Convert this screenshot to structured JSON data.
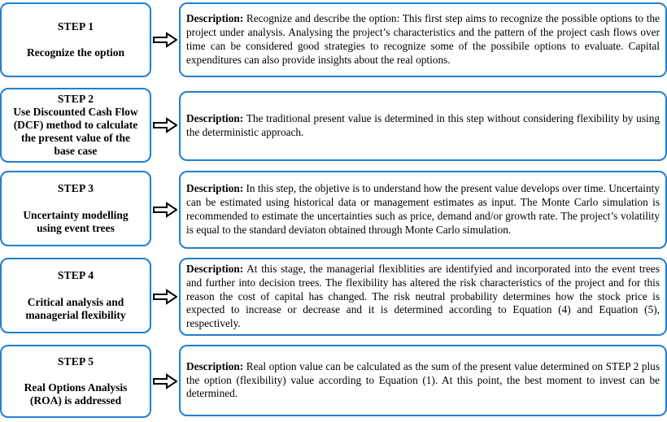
{
  "theme": {
    "border_color": "#1f7fd0",
    "text_color": "#000000",
    "background": "#ffffff",
    "arrow_outline": "#000000",
    "arrow_fill": "#ffffff"
  },
  "description_label": "Description:",
  "icons": {
    "connector": "right-block-arrow-icon"
  },
  "steps": [
    {
      "id": "step-1",
      "title": "STEP 1",
      "subtitle": "Recognize the option",
      "description": "Recognize and describe the option: This first step aims to recognize the possible options to the project under analysis. Analysing the project’s characteristics and the pattern of the project cash flows over time can be considered good strategies to recognize some of the possibile options to evaluate. Capital expenditures can also provide insights about the real options."
    },
    {
      "id": "step-2",
      "title": "STEP 2",
      "subtitle": "Use Discounted Cash Flow\n(DCF) method to calculate\nthe present value of the\nbase case",
      "description": "The traditional present value is determined in this step without considering flexibility by using the deterministic approach."
    },
    {
      "id": "step-3",
      "title": "STEP 3",
      "subtitle": "Uncertainty modelling\nusing event trees",
      "description": "In this step, the objetive is to understand how the present value develops over time. Uncertainty can be estimated using historical data or management estimates as input. The Monte Carlo simulation is recommended to estimate the uncertainties such as price, demand and/or growth rate. The project’s volatility is  equal to the standard deviaton obtained through Monte Carlo simulation."
    },
    {
      "id": "step-4",
      "title": "STEP 4",
      "subtitle": "Critical analysis and\nmanagerial  flexibility",
      "description": "At this stage, the managerial flexiblities are identifyied and incorporated into the event trees and further into decision trees. The flexibility has altered the risk characteristics of the project and for this reason the cost of capital has changed. The risk neutral probability determines how the stock price is expected to increase or decrease and it is determined according  to Equation (4) and Equation (5), respectively."
    },
    {
      "id": "step-5",
      "title": "STEP 5",
      "subtitle": "Real Options Analysis\n(ROA) is addressed",
      "description": "Real option value can be calculated as the sum of the present value determined on STEP 2 plus the option (flexibility) value according to Equation (1). At this point, the best moment to invest can be determined."
    }
  ]
}
